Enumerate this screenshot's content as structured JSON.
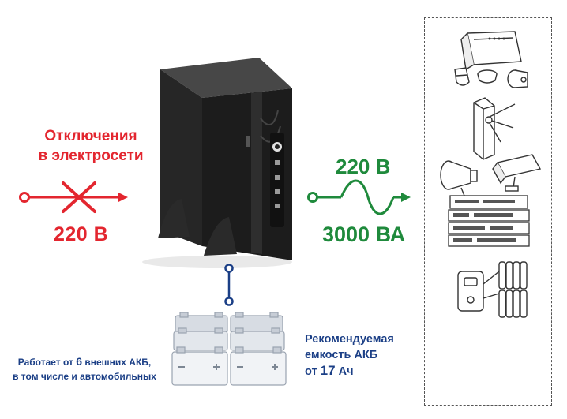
{
  "input": {
    "outage_line1": "Отключения",
    "outage_line2": "в электросети",
    "voltage": "220 В"
  },
  "output": {
    "voltage": "220 В",
    "power": "3000 ВА"
  },
  "batteries": {
    "left_line1_prefix": "Работает от ",
    "left_line1_count": "6",
    "left_line1_suffix": " внешних АКБ,",
    "left_line2": "в том числе и автомобильных",
    "right_line1": "Рекомендуемая",
    "right_line2": "емкость АКБ",
    "right_line3_prefix": "от ",
    "right_line3_value": "17",
    "right_line3_suffix": " Ач"
  },
  "colors": {
    "input_accent": "#e3262f",
    "output_accent": "#1f8a3c",
    "battery_accent": "#1b3f86"
  }
}
